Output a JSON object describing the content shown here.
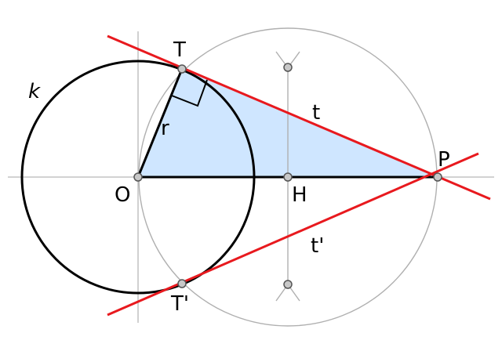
{
  "labels": {
    "circle_k": "k",
    "point_T": "T",
    "point_T_prime": "T'",
    "point_O": "O",
    "point_H": "H",
    "point_P": "P",
    "radius_r": "r",
    "tangent_t": "t",
    "tangent_t_prime": "t'"
  },
  "colors": {
    "tangent_line": "#e8191e",
    "main_circle": "#000000",
    "helper_circle": "#b0b0b0",
    "axis_line": "#b8b8b8",
    "triangle_fill": "#cfe6ff",
    "point_fill": "#c8c8c8",
    "text": "#000000"
  }
}
